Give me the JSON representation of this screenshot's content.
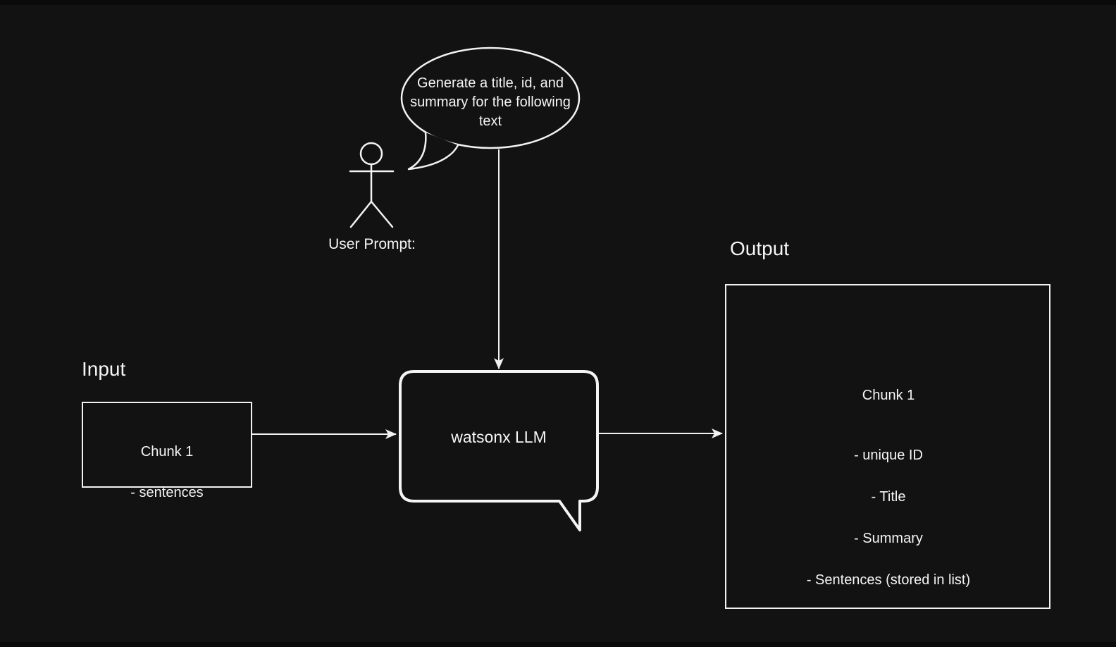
{
  "diagram": {
    "background": "#121212",
    "stroke_color": "#f2f2f2",
    "text_color": "#f5f5f5"
  },
  "user_prompt": {
    "bubble_text": "Generate a title, id, and summary for the following text",
    "label": "User Prompt:",
    "icon": "stick-figure-person"
  },
  "input": {
    "section_label": "Input",
    "chunk": {
      "title": "Chunk 1",
      "detail": "- sentences"
    }
  },
  "llm": {
    "label": "watsonx LLM",
    "shape": "message-bubble"
  },
  "output": {
    "section_label": "Output",
    "chunk": {
      "title": "Chunk 1",
      "fields": [
        "- unique ID",
        "- Title",
        "- Summary",
        "- Sentences (stored in list)"
      ]
    }
  },
  "connections": [
    {
      "from": "user-prompt-bubble",
      "to": "watsonx-llm"
    },
    {
      "from": "input-chunk-1",
      "to": "watsonx-llm"
    },
    {
      "from": "watsonx-llm",
      "to": "output-chunk-1"
    }
  ]
}
